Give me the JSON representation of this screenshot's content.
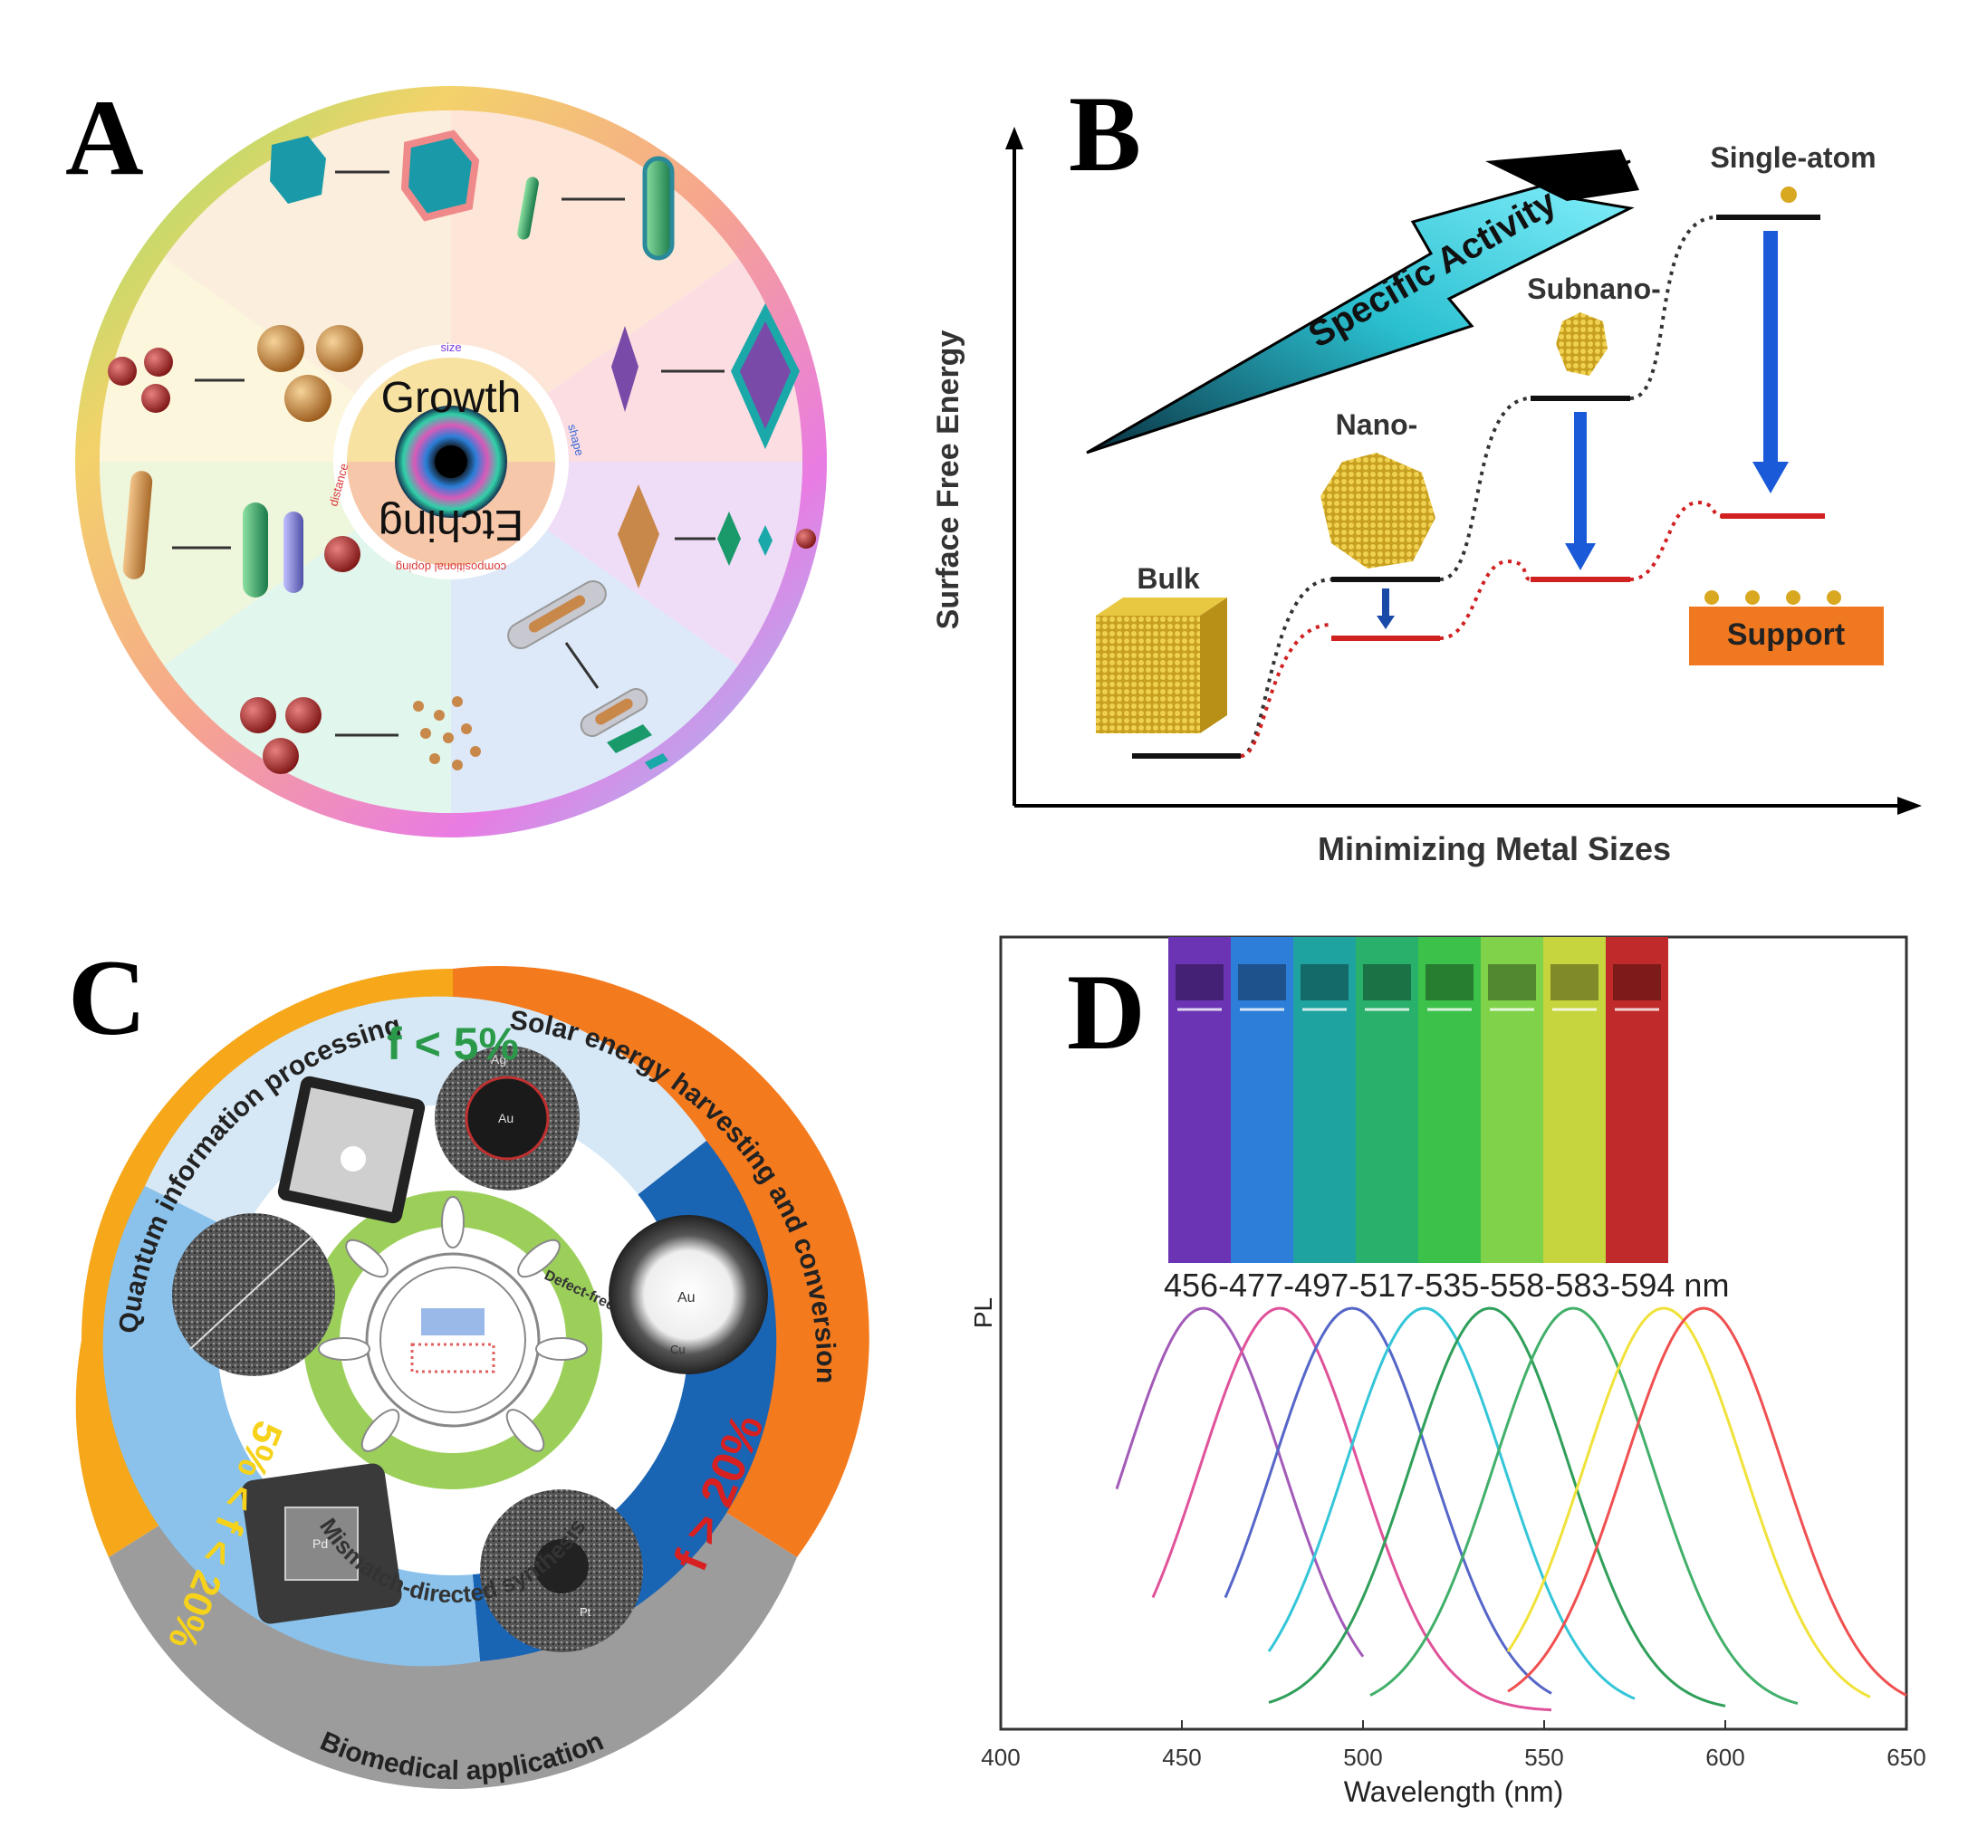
{
  "panels": {
    "a": {
      "letter": "A",
      "center_top": "Growth",
      "center_bottom": "Etching",
      "ring_labels": [
        "size",
        "shape",
        "distance",
        "compositional doping"
      ]
    },
    "b": {
      "letter": "B",
      "ylabel": "Surface Free Energy",
      "xlabel": "Minimizing Metal Sizes",
      "arrow_label": "Specific Activity",
      "labels": {
        "bulk": "Bulk",
        "nano": "Nano-",
        "subnano": "Subnano-",
        "single_atom": "Single-atom",
        "support": "Support"
      }
    },
    "c": {
      "letter": "C",
      "outer": {
        "quantum": "Quantum information processing",
        "solar": "Solar energy harvesting and conversion",
        "bio": "Biomedical application"
      },
      "regions": {
        "low": "f < 5%",
        "mid": "5% < f < 20%",
        "high": "f > 20%"
      },
      "center": "Mismatch-directed synthesis",
      "defect": "Defect-free",
      "tem_labels": [
        "Ag",
        "Au",
        "Au",
        "Pd",
        "Cu",
        "Pt"
      ]
    },
    "d": {
      "letter": "D",
      "wavelength_caption": "456-477-497-517-535-558-583-594 nm",
      "colors": [
        "#6a34b4",
        "#2d7ed8",
        "#1ea3a0",
        "#29b06a",
        "#3cc24a",
        "#7fd24a",
        "#c6d43e",
        "#c02a2a"
      ]
    }
  },
  "chart_data": {
    "type": "line",
    "title": "",
    "xlabel": "Wavelength (nm)",
    "ylabel": "PL",
    "xlim": [
      400,
      650
    ],
    "xticks": [
      400,
      450,
      500,
      550,
      600,
      650
    ],
    "series": [
      {
        "peak": 456,
        "color": "#a25bb8",
        "range": [
          432,
          500
        ]
      },
      {
        "peak": 477,
        "color": "#e0529a",
        "range": [
          442,
          552
        ]
      },
      {
        "peak": 497,
        "color": "#5566c8",
        "range": [
          462,
          552
        ]
      },
      {
        "peak": 517,
        "color": "#34c6d8",
        "range": [
          474,
          575
        ]
      },
      {
        "peak": 535,
        "color": "#2f9f5a",
        "range": [
          474,
          600
        ]
      },
      {
        "peak": 558,
        "color": "#42b06a",
        "range": [
          502,
          620
        ]
      },
      {
        "peak": 583,
        "color": "#f0e23a",
        "range": [
          540,
          640
        ]
      },
      {
        "peak": 594,
        "color": "#f05050",
        "range": [
          540,
          650
        ]
      }
    ]
  }
}
